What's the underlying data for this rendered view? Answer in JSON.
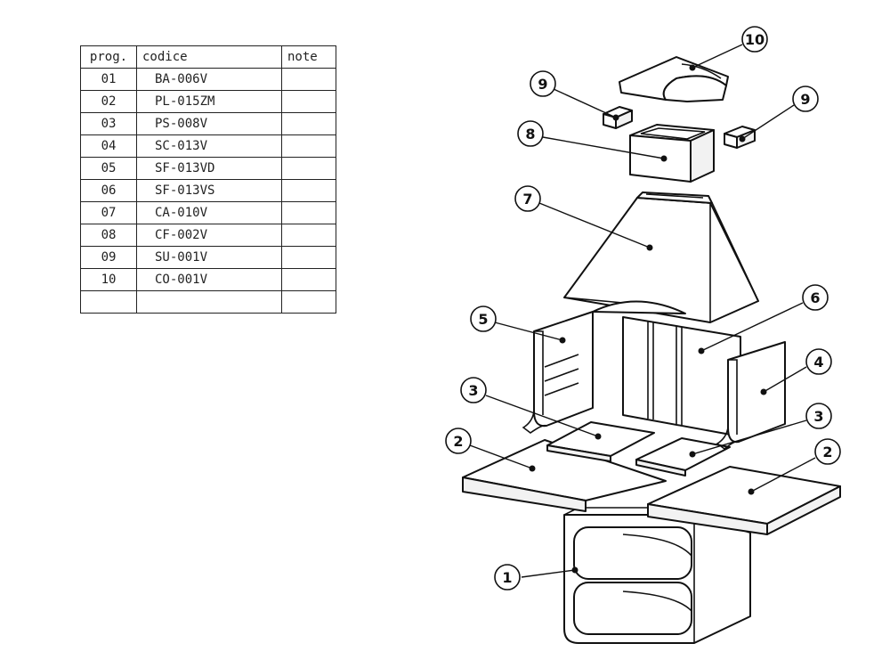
{
  "table": {
    "headers": {
      "prog": "prog.",
      "code": "codice",
      "note": "note"
    },
    "rows": [
      {
        "prog": "01",
        "code": "BA-006V",
        "note": ""
      },
      {
        "prog": "02",
        "code": "PL-015ZM",
        "note": ""
      },
      {
        "prog": "03",
        "code": "PS-008V",
        "note": ""
      },
      {
        "prog": "04",
        "code": "SC-013V",
        "note": ""
      },
      {
        "prog": "05",
        "code": "SF-013VD",
        "note": ""
      },
      {
        "prog": "06",
        "code": "SF-013VS",
        "note": ""
      },
      {
        "prog": "07",
        "code": "CA-010V",
        "note": ""
      },
      {
        "prog": "08",
        "code": "CF-002V",
        "note": ""
      },
      {
        "prog": "09",
        "code": "SU-001V",
        "note": ""
      },
      {
        "prog": "10",
        "code": "CO-001V",
        "note": ""
      },
      {
        "prog": "",
        "code": "",
        "note": ""
      }
    ]
  },
  "callouts": [
    {
      "label": "1"
    },
    {
      "label": "2"
    },
    {
      "label": "2"
    },
    {
      "label": "3"
    },
    {
      "label": "3"
    },
    {
      "label": "4"
    },
    {
      "label": "5"
    },
    {
      "label": "6"
    },
    {
      "label": "7"
    },
    {
      "label": "8"
    },
    {
      "label": "9"
    },
    {
      "label": "9"
    },
    {
      "label": "10"
    }
  ]
}
